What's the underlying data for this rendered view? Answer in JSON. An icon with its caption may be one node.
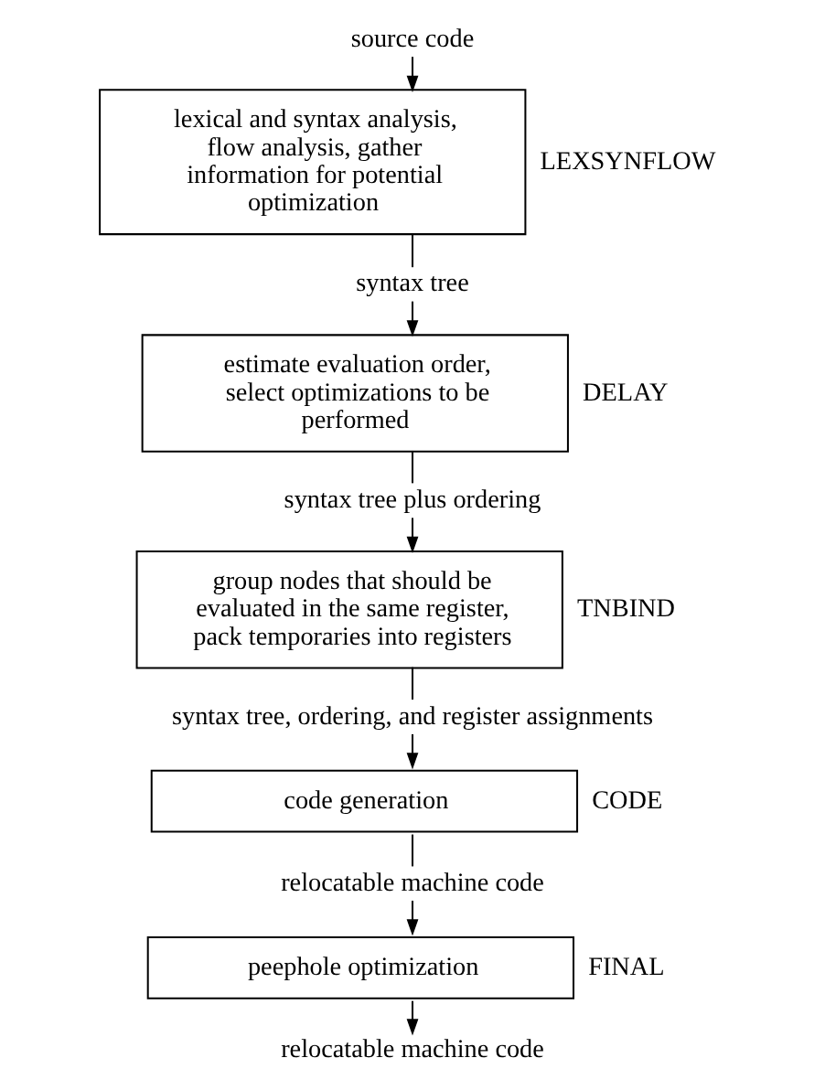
{
  "diagram": {
    "nodes": [
      {
        "text": [
          "source code"
        ]
      },
      {
        "text": [
          "lexical and syntax analysis, flow analysis, gather information for potential optimization"
        ],
        "beside": [
          "LEXSYNFLOW"
        ]
      },
      {
        "text": [
          "syntax tree"
        ]
      },
      {
        "text": [
          "estimate evaluation order, select optimizations to be performed"
        ],
        "beside": [
          "DELAY"
        ]
      },
      {
        "text": [
          "syntax tree plus ordering"
        ]
      },
      {
        "text": [
          "group nodes that should be evaluated in the same register, pack temporaries into registers"
        ],
        "beside": [
          "TNBIND"
        ]
      },
      {
        "text": [
          "syntax tree, ordering, and register assignments"
        ]
      },
      {
        "text": [
          "code generation"
        ],
        "beside": [
          "CODE"
        ]
      },
      {
        "text": [
          "relocatable machine code"
        ]
      },
      {
        "text": [
          "peephole optimization"
        ],
        "beside": [
          "FINAL"
        ]
      },
      {
        "text": [
          "relocatable machine code"
        ]
      }
    ],
    "edges": [
      {
        "from": 0,
        "to": 1,
        "arrow": "to"
      },
      {
        "from": 1,
        "to": 2,
        "arrow": "none"
      },
      {
        "from": 2,
        "to": 3,
        "arrow": "to"
      },
      {
        "from": 3,
        "to": 4,
        "arrow": "none"
      },
      {
        "from": 4,
        "to": 5,
        "arrow": "to"
      },
      {
        "from": 5,
        "to": 6,
        "arrow": "none"
      },
      {
        "from": 6,
        "to": 7,
        "arrow": "to"
      },
      {
        "from": 7,
        "to": 8,
        "arrow": "none"
      },
      {
        "from": 8,
        "to": 9,
        "arrow": "to"
      },
      {
        "from": 9,
        "to": 10,
        "arrow": "to"
      }
    ]
  }
}
